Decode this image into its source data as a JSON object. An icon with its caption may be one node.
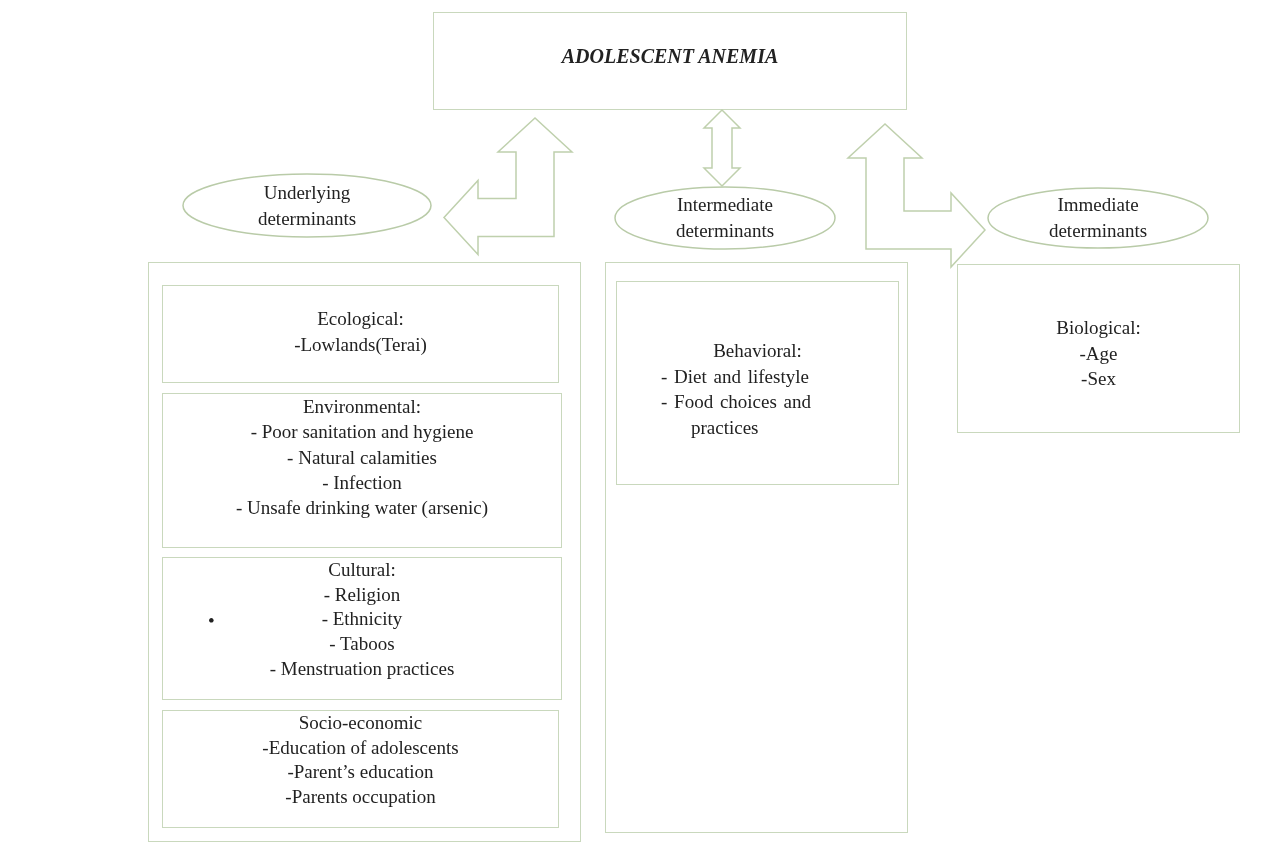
{
  "diagram": {
    "nodes": [
      {
        "text": [
          "ADOLESCENT ANEMIA"
        ]
      },
      {
        "text": [
          "Underlying determinants"
        ]
      },
      {
        "text": [
          "Intermediate determinants"
        ]
      },
      {
        "text": [
          "Immediate determinants"
        ]
      },
      {
        "text": [],
        "shape": "box"
      },
      {
        "text": [
          "Ecological:",
          "-Lowlands(Terai)"
        ],
        "in": 4
      },
      {
        "text": [
          "Environmental:",
          "- Poor sanitation and hygiene",
          "- Natural calamities",
          "- Infection",
          "- Unsafe drinking water (arsenic)"
        ],
        "in": 4
      },
      {
        "text": [
          "Cultural:",
          "- Religion",
          "- Ethnicity",
          "- Taboos",
          "- Menstruation practices"
        ],
        "in": 4
      },
      {
        "text": [
          "Socio-economic",
          "-Education of adolescents",
          "-Parent’s education",
          "-Parents occupation"
        ],
        "in": 4
      },
      {
        "text": [],
        "shape": "box"
      },
      {
        "text": [
          "Behavioral:",
          "- Diet and lifestyle",
          "- Food choices and practices"
        ],
        "in": 9
      },
      {
        "text": [
          "Biological:",
          "-Age",
          "-Sex"
        ]
      }
    ],
    "edges": [
      {
        "from": 0,
        "to": 1,
        "arrow": "both"
      },
      {
        "from": 0,
        "to": 2,
        "arrow": "both"
      },
      {
        "from": 0,
        "to": 3,
        "arrow": "both"
      }
    ],
    "labels": [
      "•"
    ]
  }
}
